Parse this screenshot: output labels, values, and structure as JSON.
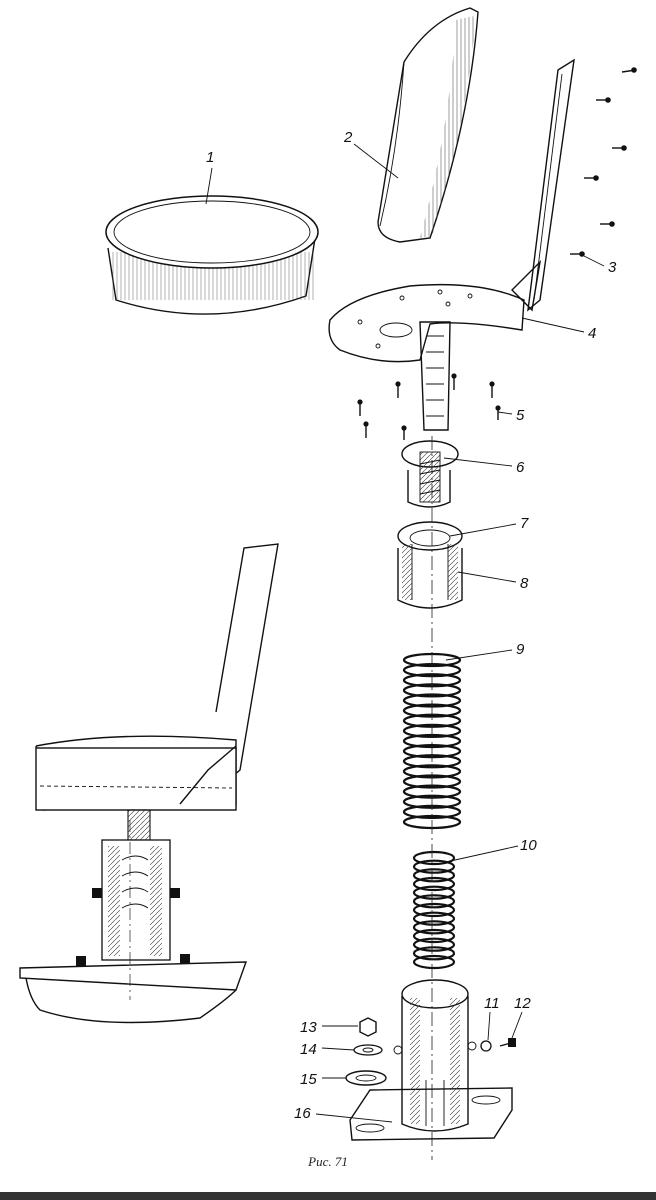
{
  "figure": {
    "caption": "Рис. 71",
    "part_labels": [
      "1",
      "2",
      "3",
      "4",
      "5",
      "6",
      "7",
      "8",
      "9",
      "10",
      "11",
      "12",
      "13",
      "14",
      "15",
      "16"
    ]
  }
}
